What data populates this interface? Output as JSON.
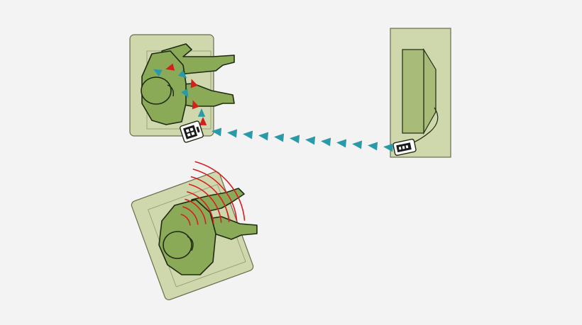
{
  "colors": {
    "background": "#f3f3f3",
    "desk_fill": "#cfd8ad",
    "desk_stroke": "#6b6b4e",
    "person_fill": "#8aaa58",
    "person_stroke": "#1f2a12",
    "monitor_fill": "#a8bb78",
    "signal_teal": "#2a9aa8",
    "signal_red": "#d51f1f",
    "device_body": "#ffffff",
    "device_screen": "#1a1a1a"
  },
  "icons": {
    "phone_on_desk": "phone-icon",
    "wall_device": "wireless-transmitter-icon",
    "radio_waves": "radio-waves-icon"
  },
  "signal": {
    "link_arrow_count": 12,
    "on_body_pattern": [
      "teal",
      "red",
      "teal",
      "red",
      "teal",
      "red",
      "teal",
      "red"
    ],
    "wave_count": 8
  }
}
